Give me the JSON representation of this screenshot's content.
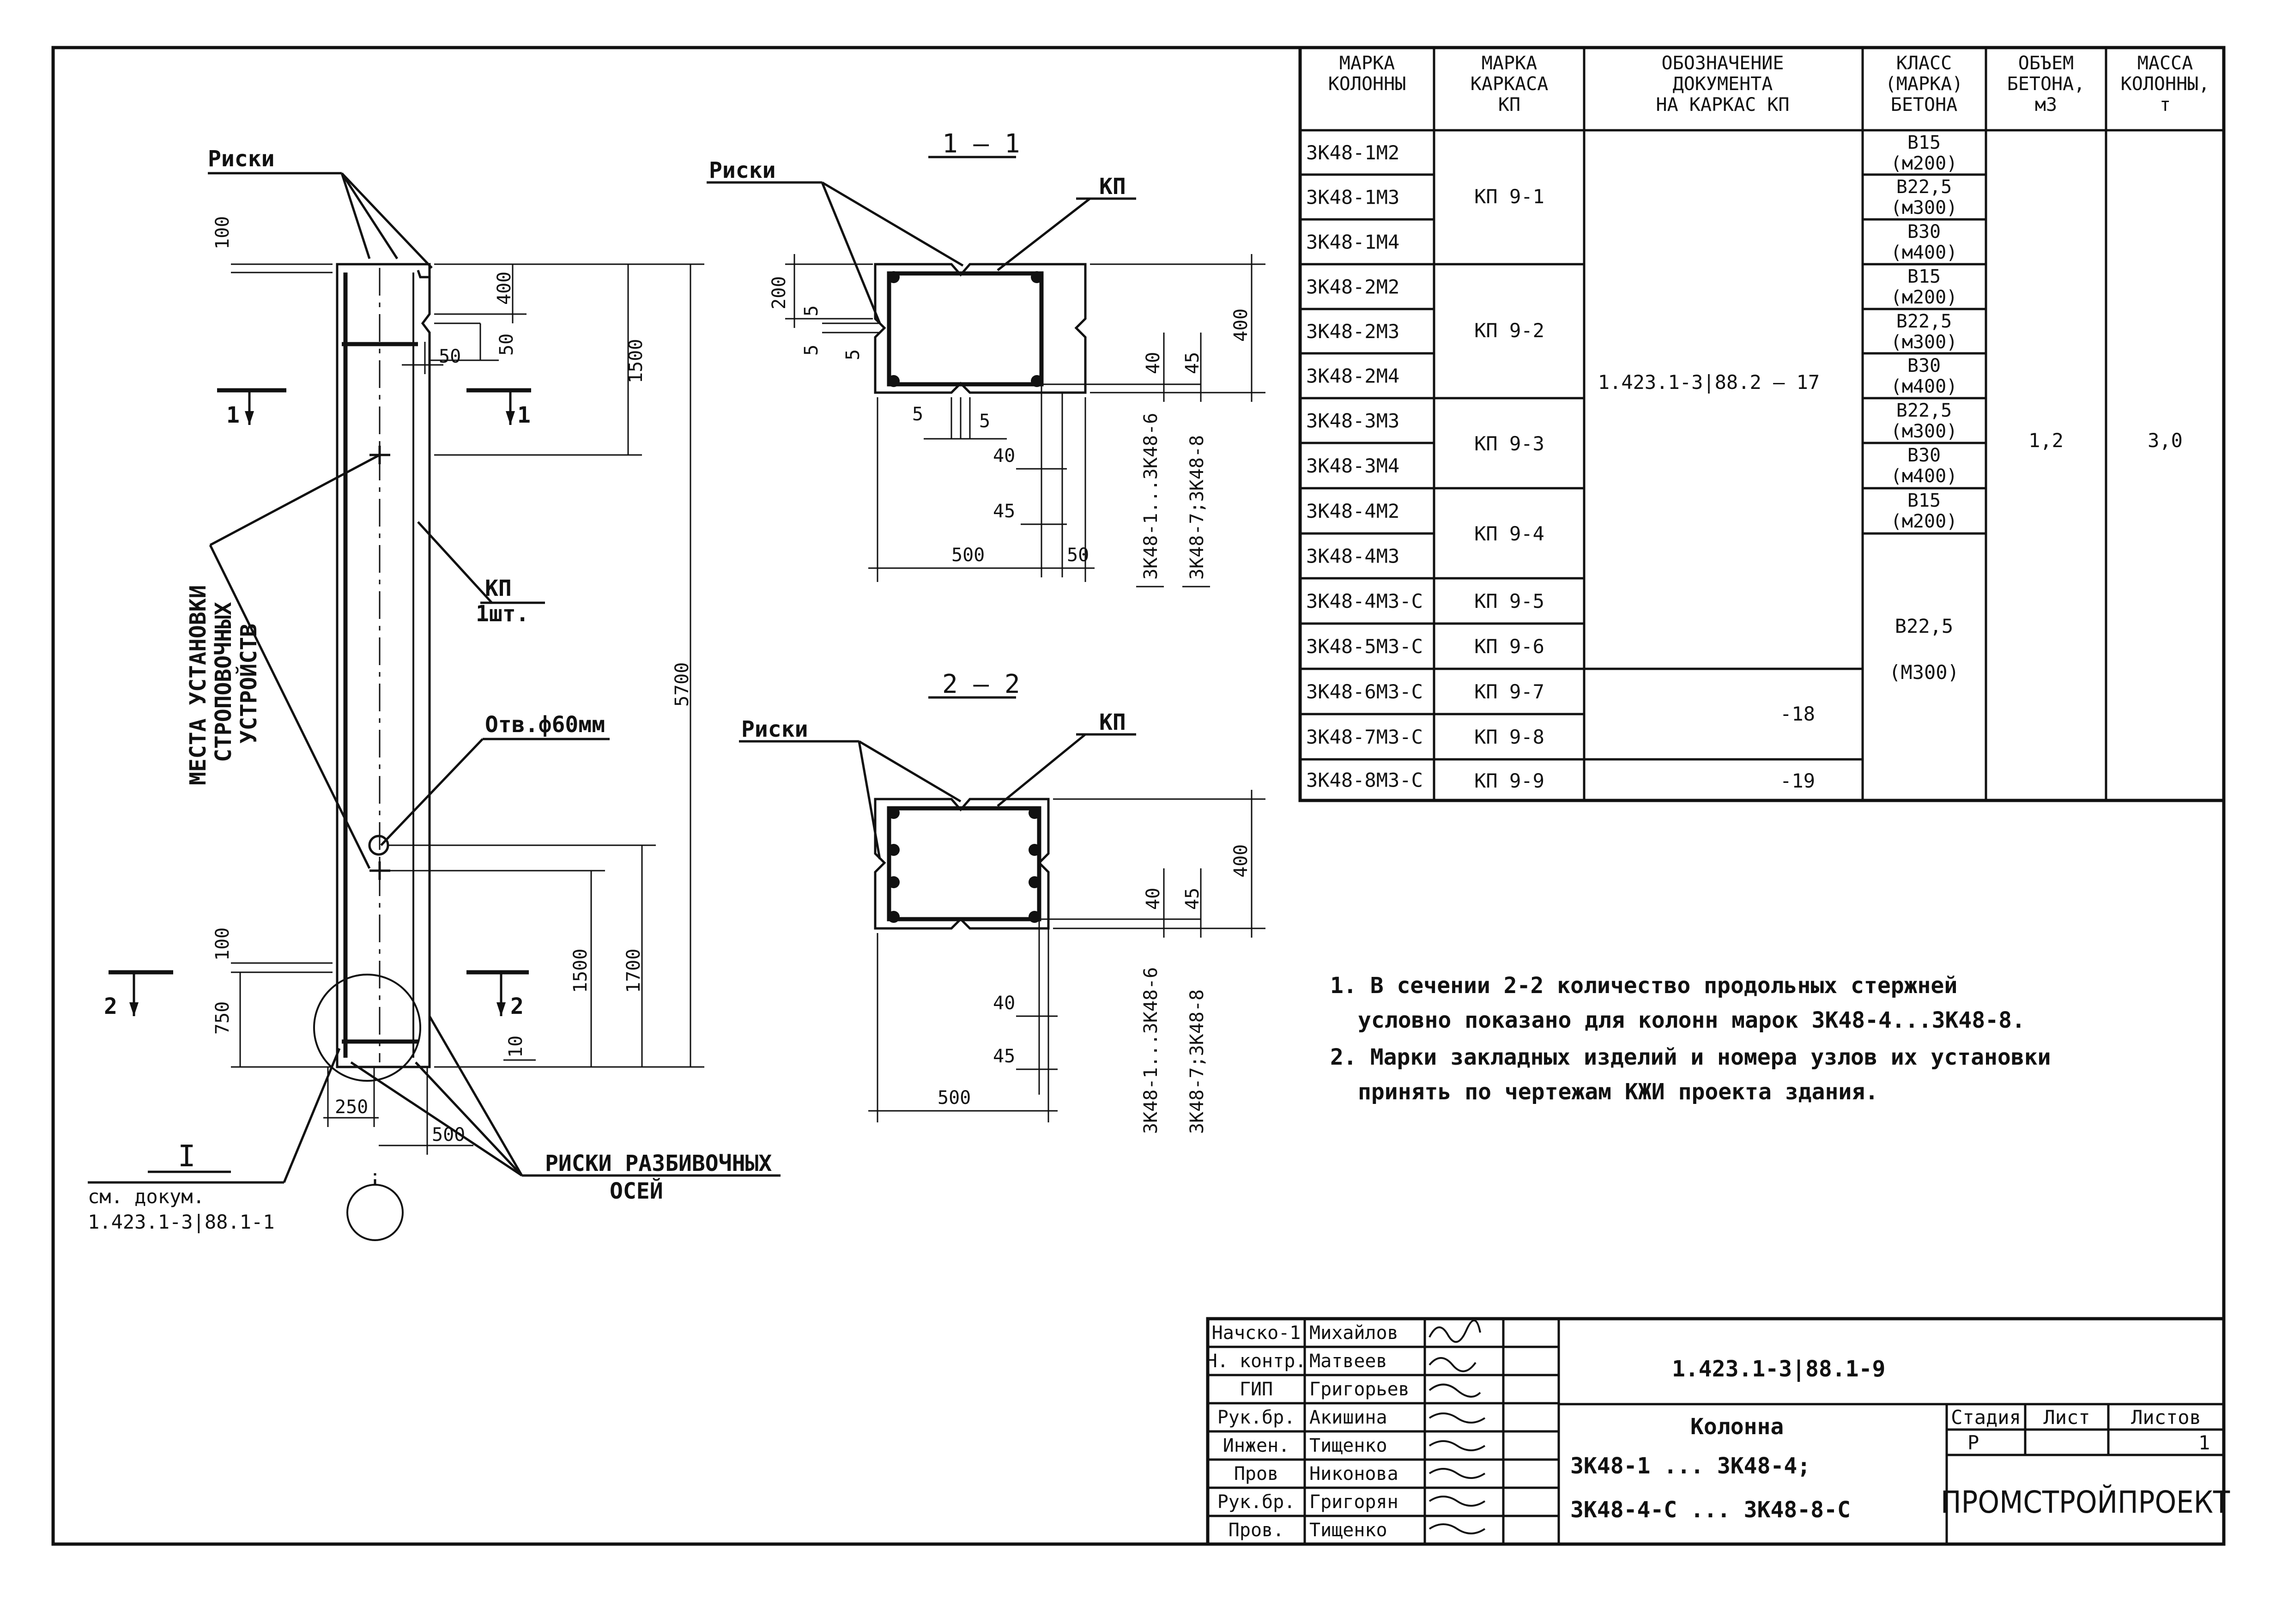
{
  "table": {
    "headers": [
      [
        "МАРКА",
        "КОЛОННЫ"
      ],
      [
        "МАРКА",
        "КАРКАСА",
        "КП"
      ],
      [
        "ОБОЗНАЧЕНИЕ",
        "ДОКУМЕНТА",
        "НА КАРКАС КП"
      ],
      [
        "КЛАСС",
        "(МАРКА)",
        "БЕТОНА"
      ],
      [
        "ОБЪЕМ",
        "БЕТОНА,",
        "м3"
      ],
      [
        "МАССА",
        "КОЛОННЫ,",
        "т"
      ]
    ],
    "column_marks": [
      "3К48-1М2",
      "3К48-1М3",
      "3К48-1М4",
      "3К48-2М2",
      "3К48-2М3",
      "3К48-2М4",
      "3К48-3М3",
      "3К48-3М4",
      "3К48-4М2",
      "3К48-4М3",
      "3К48-4М3-С",
      "3К48-5М3-С",
      "3К48-6М3-С",
      "3К48-7М3-С",
      "3К48-8М3-С"
    ],
    "frames": [
      "КП 9-1",
      "КП 9-2",
      "КП 9-3",
      "КП 9-4",
      "КП 9-5",
      "КП 9-6",
      "КП 9-7",
      "КП 9-8",
      "КП 9-9"
    ],
    "docs": [
      "1.423.1-3|88.2 — 17",
      "-18",
      "-19"
    ],
    "classes": [
      [
        "В15",
        "(м200)"
      ],
      [
        "В22,5",
        "(м300)"
      ],
      [
        "В30",
        "(м400)"
      ],
      [
        "В15",
        "(м200)"
      ],
      [
        "В22,5",
        "(м300)"
      ],
      [
        "В30",
        "(м400)"
      ],
      [
        "В22,5",
        "(м300)"
      ],
      [
        "В30",
        "(м400)"
      ],
      [
        "В15",
        "(м200)"
      ]
    ],
    "class_merged": [
      "В22,5",
      "(М300)"
    ],
    "volume": "1,2",
    "mass": "3,0"
  },
  "elevation": {
    "label_riski": "Риски",
    "label_kp": "КП",
    "label_kp_qty": "1шт.",
    "label_hole": "Отв.ф60мм",
    "label_lifting": [
      "МЕСТА УСТАНОВКИ",
      "СТРОПОВОЧНЫХ",
      "УСТРОЙСТВ"
    ],
    "label_axes": [
      "РИСКИ РАЗБИВОЧНЫХ",
      "ОСЕЙ"
    ],
    "sec1": "1",
    "sec2": "2",
    "node_label": "I",
    "node_ref": [
      "см. докум.",
      "1.423.1-3|88.1-1"
    ],
    "dims": {
      "d100_top": "100",
      "d400": "400",
      "d50a": "50",
      "d50b": "50",
      "d1500_top": "1500",
      "d5700": "5700",
      "d100_bot": "100",
      "d750": "750",
      "d1500_bot": "1500",
      "d1700": "1700",
      "d10": "10",
      "d250": "250",
      "d500": "500"
    }
  },
  "section11": {
    "title": "1 — 1",
    "label_riski": "Риски",
    "label_kp": "КП",
    "dims": {
      "d200": "200",
      "d5a": "5",
      "d5b": "5",
      "d5c": "5",
      "d5d": "5",
      "d5e": "5",
      "d40a": "40",
      "d45a": "45",
      "d400": "400",
      "d40b": "40",
      "d45b": "45",
      "d500": "500",
      "d50": "50",
      "vlabel1": "3К48-1...3К48-6",
      "vlabel2": "3К48-7;3К48-8"
    }
  },
  "section22": {
    "title": "2 — 2",
    "label_riski": "Риски",
    "label_kp": "КП",
    "dims": {
      "d40a": "40",
      "d45a": "45",
      "d400": "400",
      "d40b": "40",
      "d45b": "45",
      "d500": "500",
      "vlabel1": "3К48-1...3К48-6",
      "vlabel2": "3К48-7;3К48-8"
    }
  },
  "notes": [
    "1. В сечении 2-2 количество продольных стержней",
    "условно показано для колонн марок 3К48-4...3К48-8.",
    "2. Марки закладных изделий и номера узлов их установки",
    "принять по чертежам КЖИ проекта здания."
  ],
  "title_block": {
    "roles": [
      "Начско-1",
      "Н. контр.",
      "ГИП",
      "Рук.бр.",
      "Инжен.",
      "Пров",
      "Рук.бр.",
      "Пров."
    ],
    "names": [
      "Михайлов",
      "Матвеев",
      "Григорьев",
      "Акишина",
      "Тищенко",
      "Никонова",
      "Григорян",
      "Тищенко"
    ],
    "doc_code": "1.423.1-3|88.1-9",
    "title_lines": [
      "Колонна",
      "3К48-1 ... 3К48-4;",
      "3К48-4-С ... 3К48-8-С"
    ],
    "stage_h": "Стадия",
    "sheet_h": "Лист",
    "sheets_h": "Листов",
    "stage": "Р",
    "sheet": "",
    "sheets": "1",
    "org": "ПРОМСТРОЙПРОЕКТ"
  }
}
